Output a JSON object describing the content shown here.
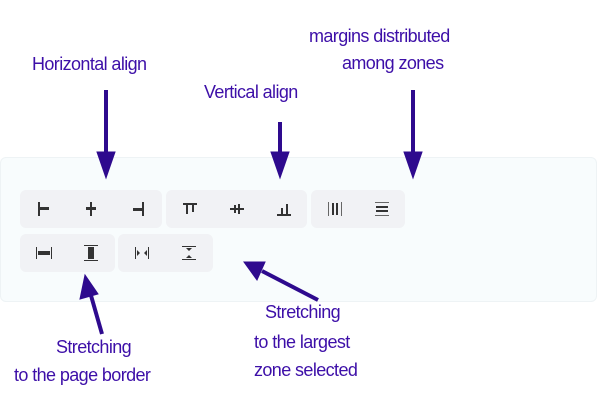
{
  "annotations": {
    "horizontal_align": "Horizontal align",
    "vertical_align": "Vertical align",
    "margins_line1": "margins distributed",
    "margins_line2": "among zones",
    "stretch_page_line1": "Stretching",
    "stretch_page_line2": "to the page border",
    "stretch_zone_line1": "Stretching",
    "stretch_zone_line2": "to the largest",
    "stretch_zone_line3": "zone selected"
  },
  "colors": {
    "label": "#3d0fa8",
    "arrow": "#2e0a8e",
    "panel": "#f8fcfd",
    "group": "#f1f2f5",
    "icon": "#333333"
  },
  "toolbar": {
    "horizontal_align": [
      "align-left-icon",
      "align-center-horizontal-icon",
      "align-right-icon"
    ],
    "vertical_align": [
      "align-top-icon",
      "align-middle-vertical-icon",
      "align-bottom-icon"
    ],
    "distribute": [
      "distribute-horizontal-icon",
      "distribute-vertical-icon"
    ],
    "stretch_page": [
      "stretch-width-page-icon",
      "stretch-height-page-icon"
    ],
    "stretch_zone": [
      "stretch-width-largest-icon",
      "stretch-height-largest-icon"
    ]
  }
}
